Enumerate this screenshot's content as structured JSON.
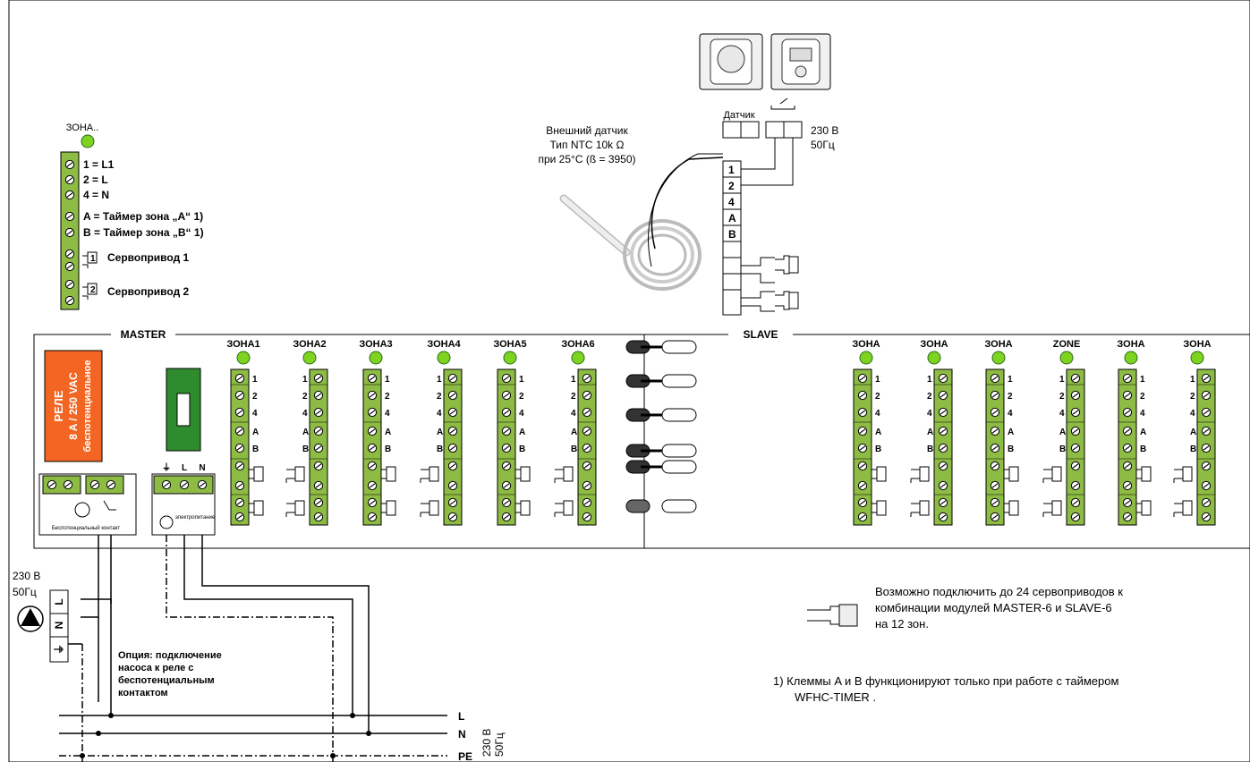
{
  "legend_block": {
    "zone_label": "ЗОНА..",
    "lines": [
      "1 = L1",
      "2 = L",
      "4 = N",
      "A = Таймер зона „A“ 1)",
      "B = Таймер зона „B“ 1)",
      "Сервопривод 1",
      "Сервопривод 2"
    ]
  },
  "sensor": {
    "title_lines": [
      "Внешний датчик",
      "Тип NTC 10k Ω",
      "при 25°C (ß = 3950)"
    ],
    "datchik_label": "Датчик",
    "power_lines": [
      "230 В",
      "50Гц"
    ]
  },
  "thermostat_terminal_labels": [
    "1",
    "2",
    "4",
    "A",
    "B"
  ],
  "master": {
    "label": "MASTER",
    "relay_lines": [
      "РЕЛЕ",
      "8 A / 250 VAC",
      "беспотенциальное"
    ],
    "relay_caption": "Беспотенциальный контакт",
    "power_caption": "электропитание",
    "power_terms": [
      "⏚",
      "L",
      "N"
    ],
    "zones": [
      "ЗОНА1",
      "ЗОНА2",
      "ЗОНА3",
      "ЗОНА4",
      "ЗОНА5",
      "ЗОНА6"
    ]
  },
  "slave": {
    "label": "SLAVE",
    "zones": [
      "ЗОНА",
      "ЗОНА",
      "ЗОНА",
      "ZONE",
      "ЗОНА",
      "ЗОНА"
    ]
  },
  "zone_terminal_labels": [
    "1",
    "2",
    "4",
    "A",
    "B"
  ],
  "pump": {
    "power_lines": [
      "230 В",
      "50Гц"
    ],
    "terms": [
      "L",
      "N",
      "⏚"
    ],
    "option_lines": [
      "Опция: подключение",
      "насоса к реле с",
      "беспотенциальным",
      "контактом"
    ]
  },
  "bus": {
    "labels": [
      "L",
      "N",
      "PE"
    ],
    "power_lines": [
      "230 В",
      "50Гц"
    ]
  },
  "notes": {
    "actuator_lines": [
      "Возможно подключить до 24 сервоприводов к",
      "комбинации модулей MASTER-6 и SLAVE-6",
      "на 12 зон."
    ],
    "footnote_lines": [
      "1) Клеммы A и B функционируют только при работе с таймером",
      "WFHC-TIMER ."
    ]
  },
  "colors": {
    "terminal_green": "#8dbb44",
    "led_green": "#7ed321",
    "relay_orange": "#f26522",
    "fuse_green": "#2e8b2e"
  }
}
